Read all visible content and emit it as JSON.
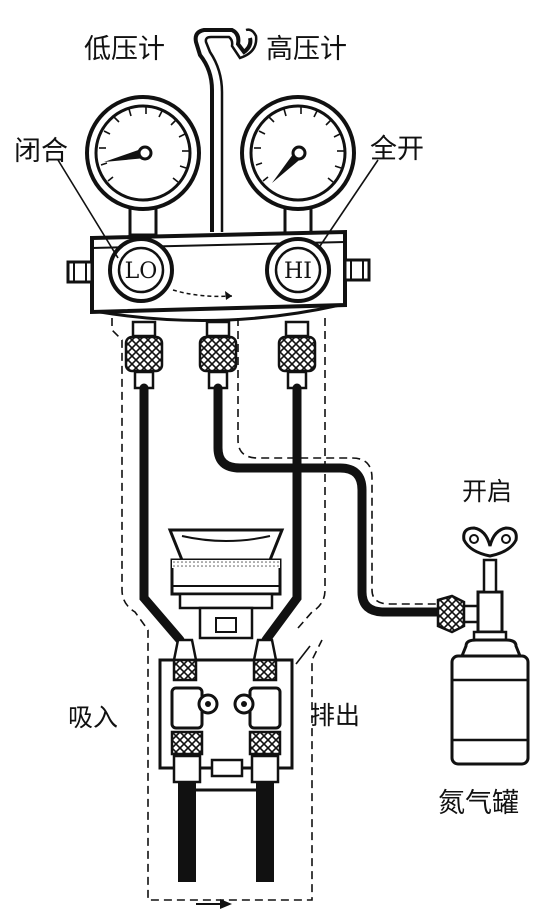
{
  "labels": {
    "low_gauge": "低压计",
    "high_gauge": "高压计",
    "closed": "闭合",
    "fully_open": "全开",
    "lo_valve": "LO",
    "hi_valve": "HI",
    "open": "开启",
    "suction": "吸入",
    "discharge": "排出",
    "nitrogen_tank": "氮气罐"
  },
  "colors": {
    "line": "#111111",
    "hose": "#111111",
    "background": "#ffffff"
  }
}
